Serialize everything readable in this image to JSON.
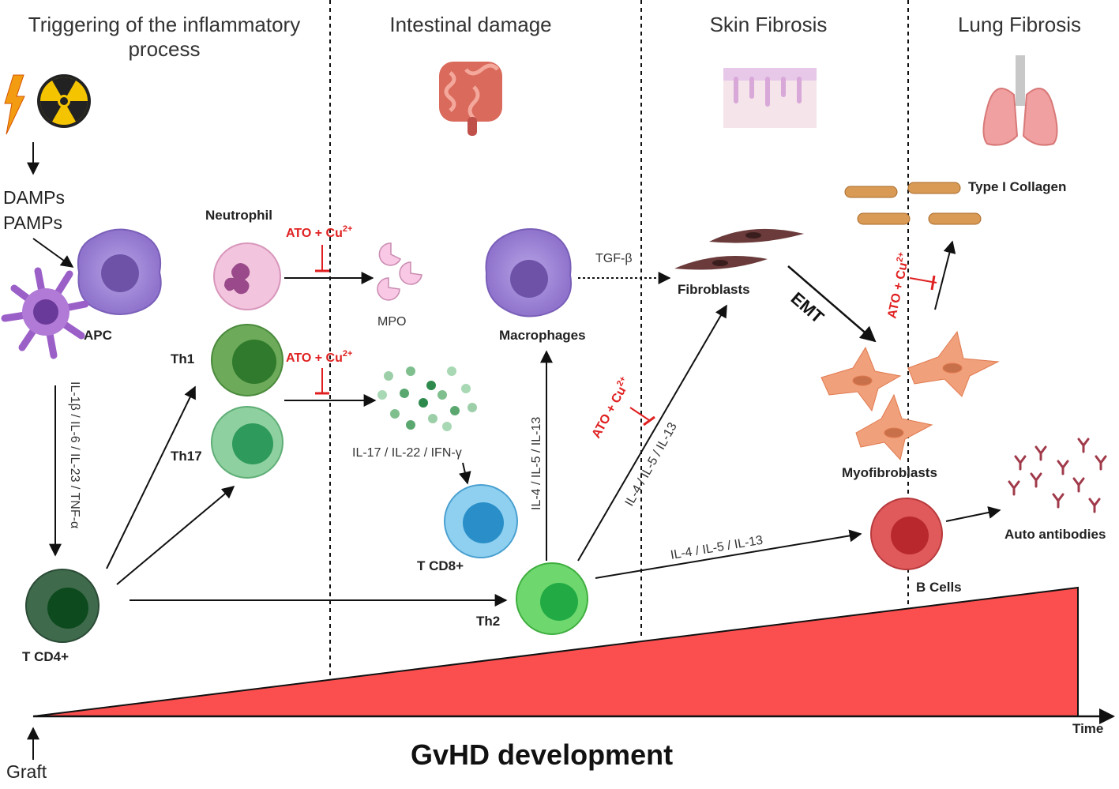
{
  "sections": {
    "triggering_line1": "Triggering of the inflammatory",
    "triggering_line2": "process",
    "intestinal": "Intestinal damage",
    "skin": "Skin Fibrosis",
    "lung": "Lung Fibrosis"
  },
  "labels": {
    "damps": "DAMPs",
    "pamps": "PAMPs",
    "apc": "APC",
    "neutrophil": "Neutrophil",
    "th1": "Th1",
    "th17": "Th17",
    "tcd4": "T CD4+",
    "mpo": "MPO",
    "il17": "IL-17 / IL-22 / IFN-γ",
    "tcd8": "T CD8+",
    "macrophages": "Macrophages",
    "th2": "Th2",
    "tgfb": "TGF-β",
    "fibroblasts": "Fibroblasts",
    "emt": "EMT",
    "type1_collagen": "Type I Collagen",
    "myofibroblasts": "Myofibroblasts",
    "b_cells": "B Cells",
    "auto_antibodies": "Auto antibodies",
    "time": "Time",
    "graft": "Graft",
    "title": "GvHD development"
  },
  "cytokines": {
    "apc_to_tcd4": "IL-1β / IL-6 / IL-23 / TNF-α",
    "th2_to_macro": "IL-4 / IL-5 / IL-13",
    "th2_to_fibro": "IL-4 / IL-5 / IL-13",
    "th2_to_bcells": "IL-4 / IL-5 / IL-13"
  },
  "inhibitor": {
    "ato": "ATO + Cu",
    "sup": "2+"
  },
  "colors": {
    "ramp": "#fb4f4f",
    "inhibitor": "#e02020",
    "apc": "#9b7fd4",
    "neutrophil": "#f0b8d8",
    "th1": "#6daa5a",
    "th17": "#7fca93",
    "tcd4": "#3f6b4c",
    "tcd8": "#5fb4de",
    "th2": "#5fd35f",
    "bcell": "#d9474a",
    "fibroblast": "#6b3a3a",
    "myofibroblast": "#f0a07a",
    "collagen": "#d99a55"
  },
  "icons": [
    "lightning-icon",
    "radiation-icon",
    "intestine-icon",
    "skin-icon",
    "lungs-icon",
    "antibody-icon"
  ]
}
